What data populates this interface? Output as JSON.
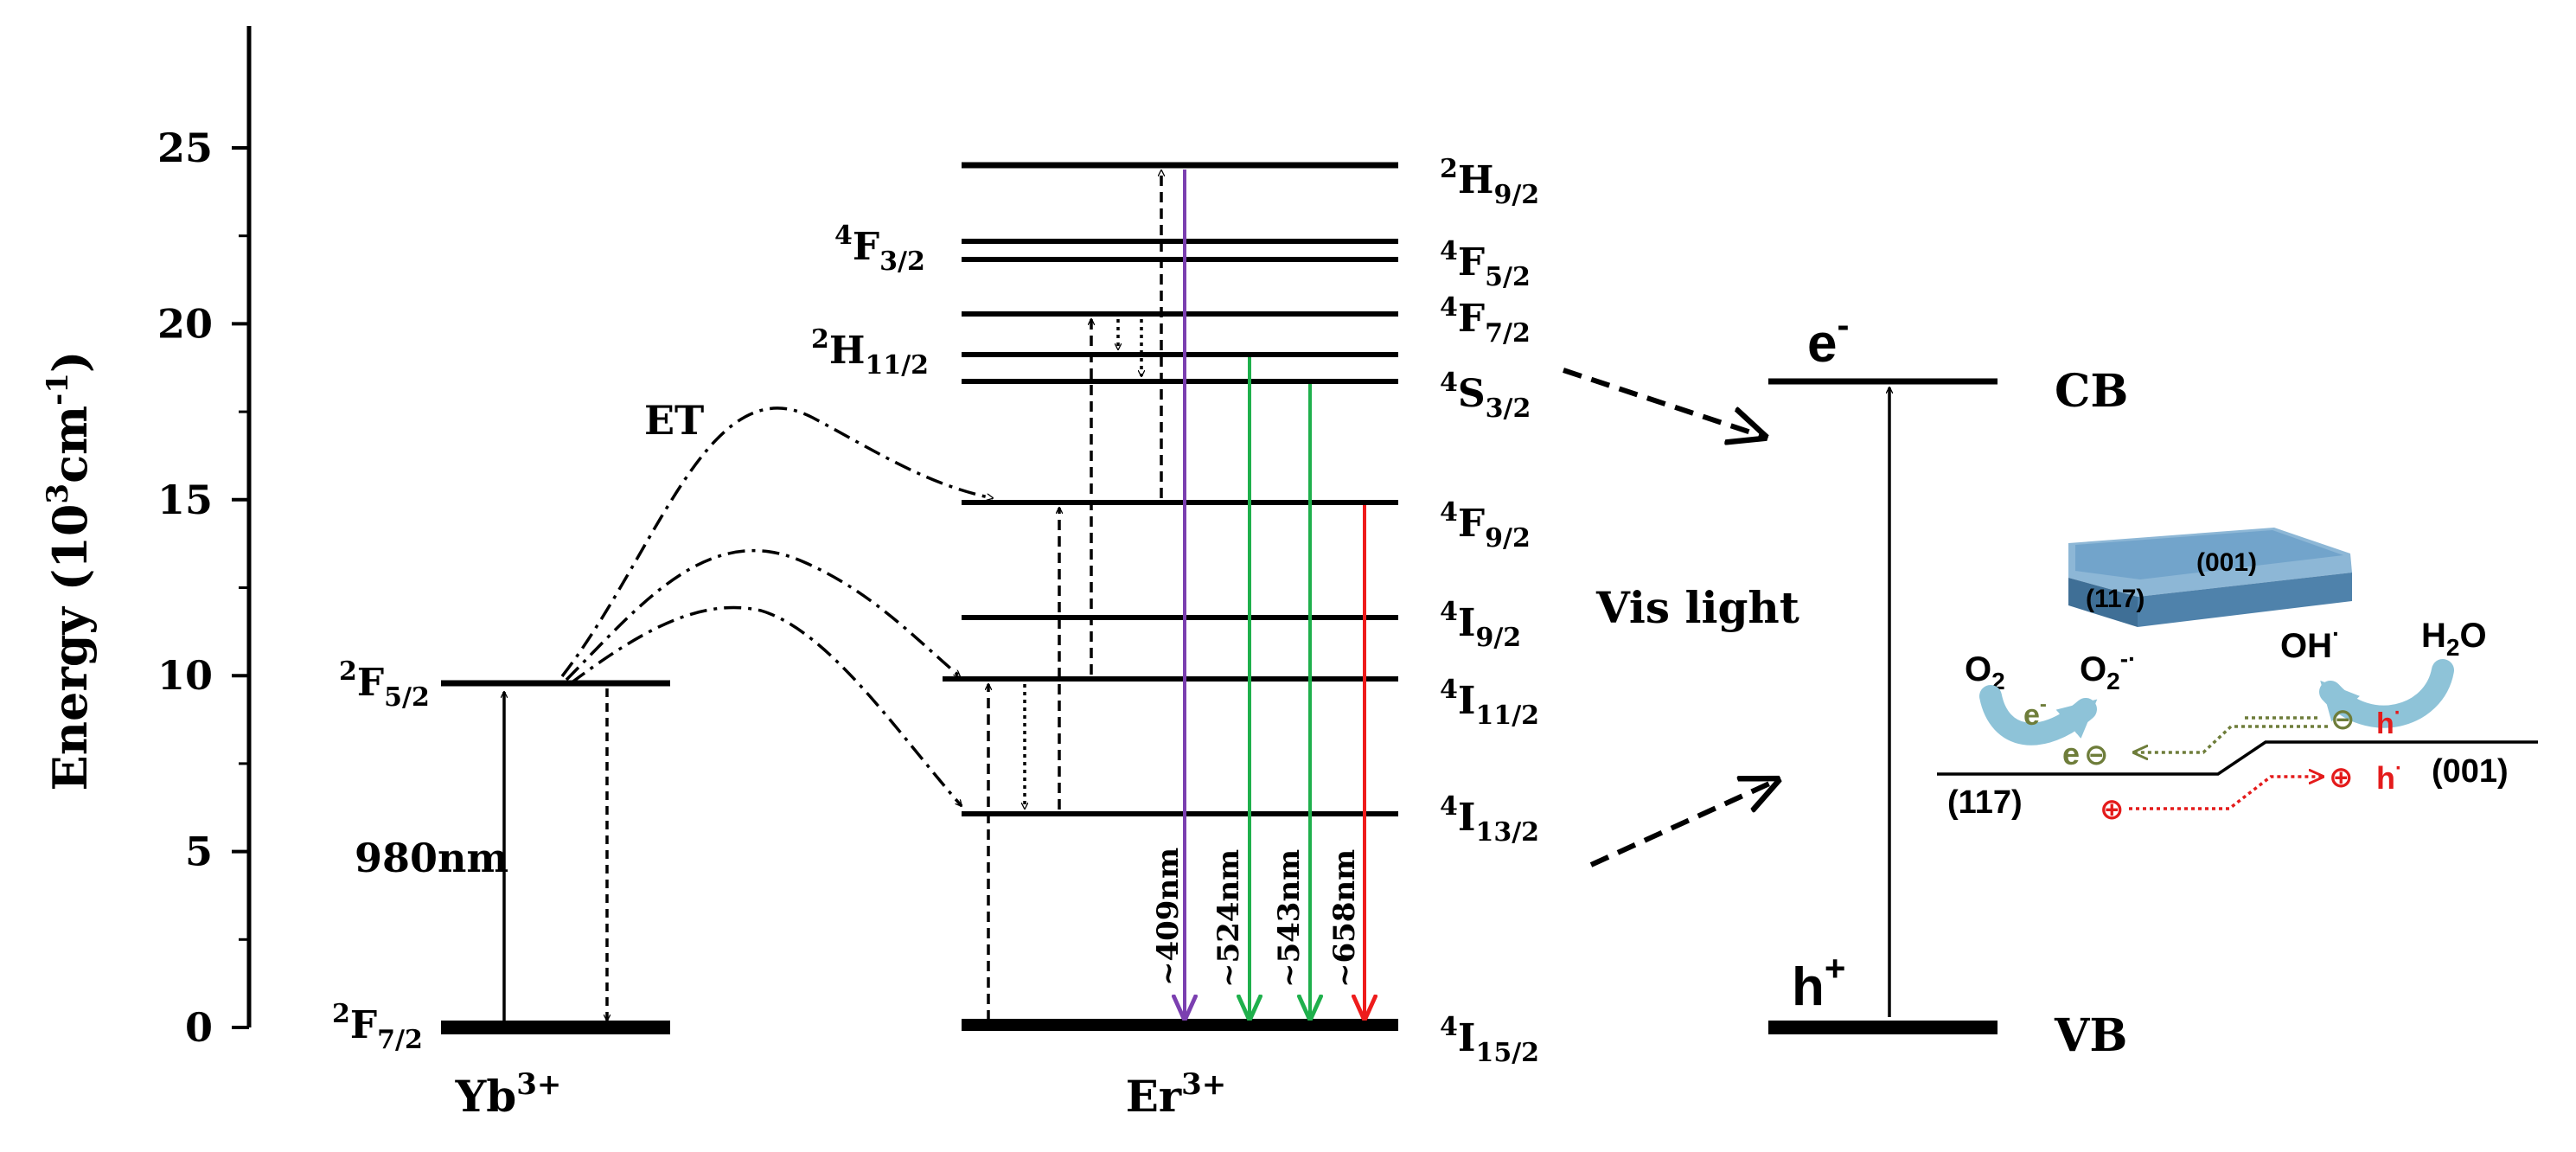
{
  "y_axis": {
    "label": "Energy (10",
    "label_sup": "3",
    "label_mid": "cm",
    "label_sup2": "-1",
    "label_end": ")",
    "ticks": [
      "0",
      "5",
      "10",
      "15",
      "20",
      "25"
    ]
  },
  "yb": {
    "ion": "Yb",
    "ion_sup": "3+",
    "level_upper": {
      "base": "F",
      "pre": "2",
      "sub": "5/2"
    },
    "level_lower": {
      "base": "F",
      "pre": "2",
      "sub": "7/2"
    },
    "excitation": "980nm"
  },
  "transfer_label": "ET",
  "er": {
    "ion": "Er",
    "ion_sup": "3+",
    "levels_right": [
      {
        "pre": "2",
        "base": "H",
        "sub": "9/2"
      },
      {
        "pre": "4",
        "base": "F",
        "sub": "5/2"
      },
      {
        "pre": "4",
        "base": "F",
        "sub": "7/2"
      },
      {
        "pre": "4",
        "base": "S",
        "sub": "3/2"
      },
      {
        "pre": "4",
        "base": "F",
        "sub": "9/2"
      },
      {
        "pre": "4",
        "base": "I",
        "sub": "9/2"
      },
      {
        "pre": "4",
        "base": "I",
        "sub": "11/2"
      },
      {
        "pre": "4",
        "base": "I",
        "sub": "13/2"
      },
      {
        "pre": "4",
        "base": "I",
        "sub": "15/2"
      }
    ],
    "levels_left": [
      {
        "pre": "4",
        "base": "F",
        "sub": "3/2"
      },
      {
        "pre": "2",
        "base": "H",
        "sub": "11/2"
      }
    ],
    "emissions": [
      {
        "label": "~409nm",
        "color": "#7b3fb0"
      },
      {
        "label": "~524nm",
        "color": "#1fb04c"
      },
      {
        "label": "~543nm",
        "color": "#1fb04c"
      },
      {
        "label": "~658nm",
        "color": "#ee1c1c"
      }
    ]
  },
  "semiconductor": {
    "electron": "e",
    "electron_sup": "-",
    "hole": "h",
    "hole_sup": "+",
    "cb": "CB",
    "vb": "VB",
    "vis_light": "Vis light"
  },
  "inset": {
    "facet_001": "(001)",
    "facet_117": "(117)",
    "o2": {
      "base": "O",
      "sub": "2"
    },
    "superoxide": {
      "base": "O",
      "sub": "2",
      "sup": "-·"
    },
    "hydroxyl": {
      "base": "OH",
      "sup": "·"
    },
    "water": {
      "base": "H",
      "sub": "2",
      "end": "O"
    },
    "e_symbol": "e",
    "e_sup": "-",
    "h_symbol": "h",
    "h_sup": "·",
    "minus": "⊖",
    "plus": "⊕",
    "facet_117_lower": "(117)",
    "facet_001_lower": "(001)",
    "crystal_color": "#5b8fb8",
    "arrow_color": "#8ec3d8",
    "electron_color": "#6e7d3a",
    "hole_color": "#e41b1b"
  }
}
